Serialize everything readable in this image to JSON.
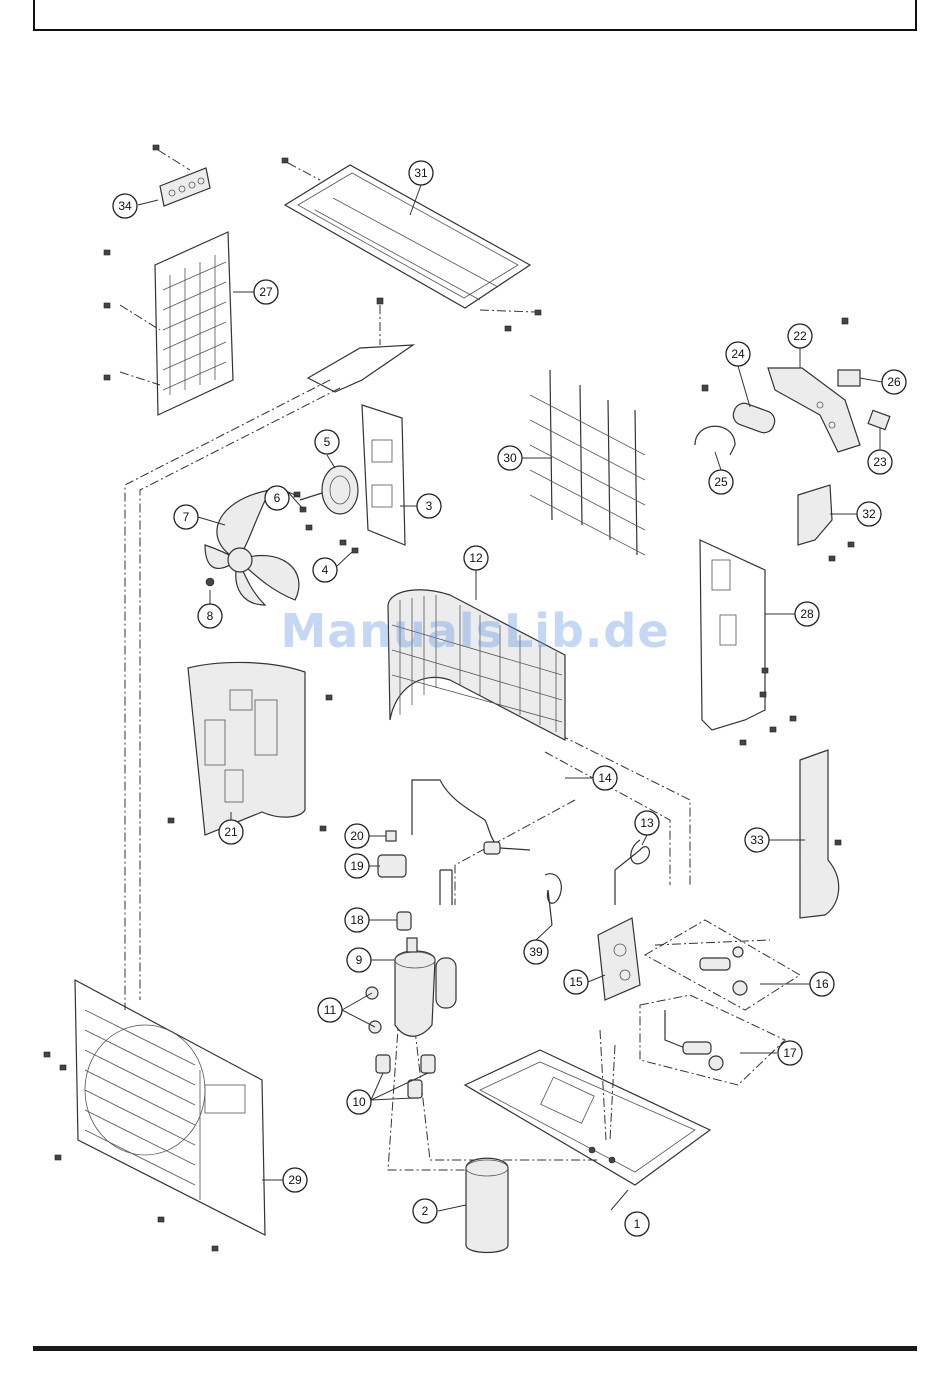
{
  "watermark": "ManualsLib.de",
  "callouts": [
    "1",
    "2",
    "3",
    "4",
    "5",
    "6",
    "7",
    "8",
    "9",
    "10",
    "11",
    "12",
    "13",
    "14",
    "15",
    "16",
    "17",
    "18",
    "19",
    "20",
    "21",
    "22",
    "23",
    "24",
    "25",
    "26",
    "27",
    "28",
    "29",
    "30",
    "31",
    "32",
    "33",
    "34",
    "39"
  ]
}
